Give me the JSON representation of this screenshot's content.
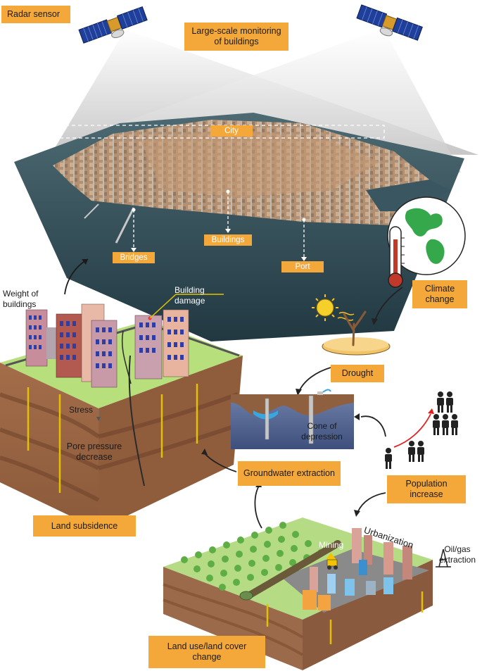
{
  "labels": {
    "radar_sensor": "Radar sensor",
    "monitoring": "Large-scale monitoring of buildings",
    "city": "City",
    "bridges": "Bridges",
    "buildings": "Buildings",
    "port": "Port",
    "weight_of_buildings": "Weight of buildings",
    "building_damage": "Building damage",
    "stress": "Stress",
    "pore_pressure": "Pore pressure decrease",
    "land_subsidence": "Land subsidence",
    "climate_change": "Climate change",
    "drought": "Drought",
    "cone_of_depression": "Cone of depression",
    "groundwater_extraction": "Groundwater extraction",
    "population_increase": "Population increase",
    "urbanization": "Urbanization",
    "mining": "Mining",
    "oil_gas": "Oil/gas extraction",
    "land_use": "Land use/land cover change"
  },
  "icons": [
    "satellite-icon",
    "thermometer-icon",
    "globe-icon",
    "sun-icon",
    "dead-tree-icon",
    "people-icon",
    "arrow-icon"
  ],
  "colors": {
    "label_orange": "#f4a83a",
    "city_water": "#2c4a57",
    "buildings": "#c9a07a",
    "soil": "#9b6a4a",
    "grass": "#a9d47a",
    "water_blue": "#3aa6e0",
    "growth_arrow": "#e02020"
  }
}
